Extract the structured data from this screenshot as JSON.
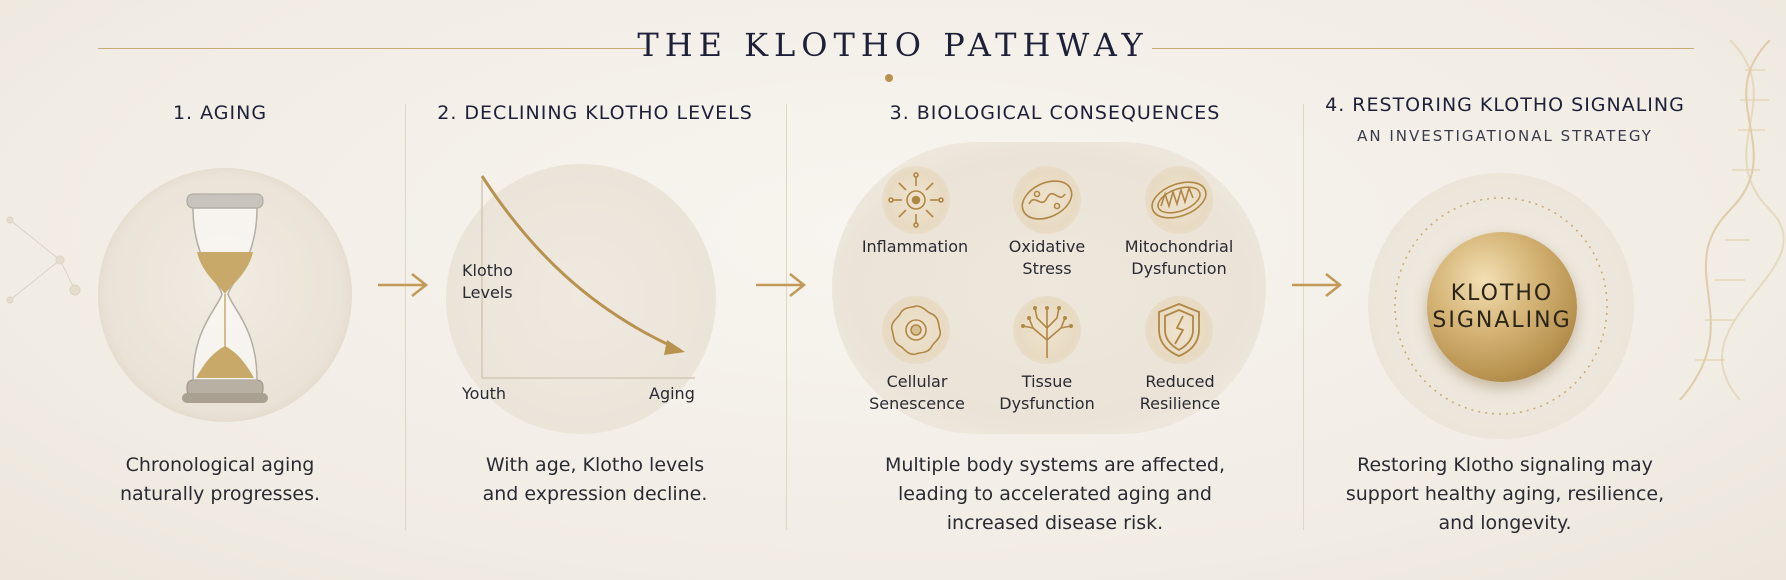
{
  "title": "THE KLOTHO PATHWAY",
  "columns": [
    {
      "heading": "1. AGING",
      "caption": "Chronological aging\nnaturally progresses."
    },
    {
      "heading": "2. DECLINING KLOTHO LEVELS",
      "caption": "With age, Klotho levels\nand expression decline."
    },
    {
      "heading": "3. BIOLOGICAL CONSEQUENCES",
      "caption": "Multiple body systems are affected,\nleading to accelerated aging and\nincreased disease risk."
    },
    {
      "heading": "4. RESTORING KLOTHO SIGNALING",
      "subheading": "AN INVESTIGATIONAL STRATEGY",
      "caption": "Restoring Klotho signaling may\nsupport healthy aging, resilience,\nand longevity."
    }
  ],
  "chart": {
    "y_label": "Klotho\nLevels",
    "x_start_label": "Youth",
    "x_end_label": "Aging"
  },
  "consequences": [
    {
      "label": "Inflammation",
      "icon": "inflammation-icon"
    },
    {
      "label": "Oxidative\nStress",
      "icon": "oxidative-stress-icon"
    },
    {
      "label": "Mitochondrial\nDysfunction",
      "icon": "mitochondria-icon"
    },
    {
      "label": "Cellular\nSenescence",
      "icon": "senescent-cell-icon"
    },
    {
      "label": "Tissue\nDysfunction",
      "icon": "tissue-branch-icon"
    },
    {
      "label": "Reduced\nResilience",
      "icon": "broken-shield-icon"
    }
  ],
  "orb_label": "KLOTHO\nSIGNALING",
  "colors": {
    "gold": "#b8924f",
    "navy": "#1d2038",
    "background": "#f3efe8"
  }
}
